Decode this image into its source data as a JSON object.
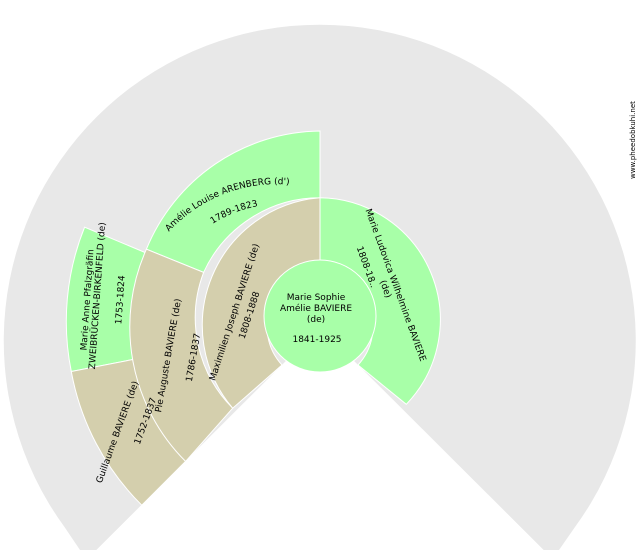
{
  "watermark": "www.pheedobkuhi.net",
  "colors": {
    "background_disc": "#e8e8e8",
    "male": "#d4cfad",
    "female": "#a8ffa8",
    "stroke": "#ffffff"
  },
  "root": {
    "name_line1": "Marie Sophie",
    "name_line2": "Amélie BAVIERE",
    "name_line3": "(de)",
    "dates": "1841-1925"
  },
  "ancestors": [
    {
      "id": "father",
      "name": "Maximilien Joseph BAVIERE (de)",
      "dates": "1808-1888",
      "sex": "male"
    },
    {
      "id": "mother",
      "name_line1": "Marie Ludovica Wilhelmine BAVIERE",
      "name_line2": "(de)",
      "dates": "1808-18..",
      "sex": "female"
    },
    {
      "id": "paternal-grandfather",
      "name": "Pie Auguste BAVIERE (de)",
      "dates": "1786-1837",
      "sex": "male"
    },
    {
      "id": "paternal-grandmother",
      "name": "Amélie Louise ARENBERG (d')",
      "dates": "1789-1823",
      "sex": "female"
    },
    {
      "id": "great-grandfather",
      "name": "Guillaume BAVIERE (de)",
      "dates": "1752-1837",
      "sex": "male"
    },
    {
      "id": "great-grandmother",
      "name_line1": "Marie Anne Pfalzgräfin",
      "name_line2": "ZWEIBRÜCKEN-BIRKENFELD (de)",
      "dates": "1753-1824",
      "sex": "female"
    }
  ]
}
